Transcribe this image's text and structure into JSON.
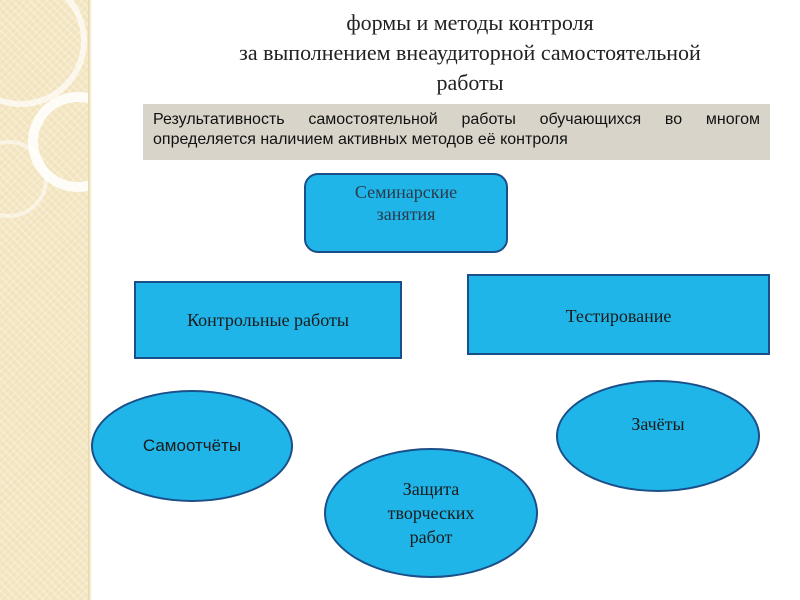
{
  "title": {
    "line1": "формы и методы контроля",
    "line2": "за выполнением внеаудиторной самостоятельной",
    "line3": "работы"
  },
  "callout": {
    "text": "Результативность самостоятельной работы обучающихся во многом определяется наличием активных методов её контроля"
  },
  "nodes": {
    "seminar": {
      "line1": "Семинарские",
      "line2": "занятия"
    },
    "control_works": "Контрольные работы",
    "testing": "Тестирование",
    "self_reports": "Самоотчёты",
    "creative_defense": {
      "line1": "Защита",
      "line2": "творческих",
      "line3": "работ"
    },
    "credits": "Зачёты"
  },
  "colors": {
    "node_fill": "#1fb5e8",
    "node_border": "#1b4f8a",
    "callout_fill": "#d9d4c9",
    "side_strip": "#f4e7c3"
  }
}
